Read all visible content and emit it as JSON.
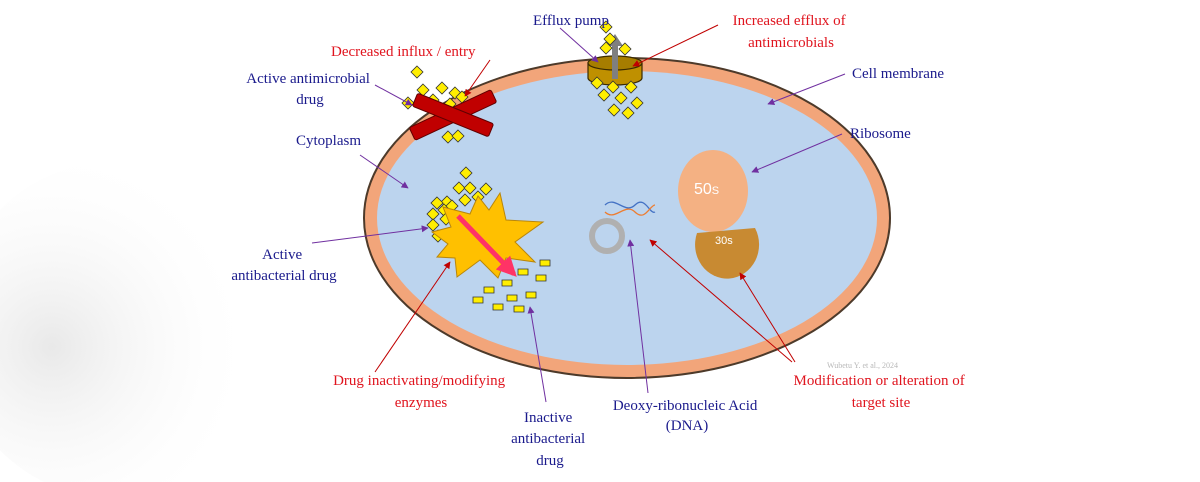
{
  "labels": {
    "efflux_pump": "Efflux pump",
    "increased_efflux": [
      "Increased efflux of",
      "antimicrobials"
    ],
    "decreased_influx": "Decreased influx / entry",
    "active_antimicrobial": [
      "Active antimicrobial",
      "drug"
    ],
    "cell_membrane": "Cell membrane",
    "cytoplasm": "Cytoplasm",
    "ribosome": "Ribosome",
    "active_antibacterial": [
      "Active",
      "antibacterial drug"
    ],
    "drug_inactivating": [
      "Drug inactivating/modifying",
      "enzymes"
    ],
    "inactive_antibacterial": [
      "Inactive",
      "antibacterial",
      "drug"
    ],
    "dna": [
      "Deoxy-ribonucleic Acid",
      "(DNA)"
    ],
    "modification": [
      "Modification or alteration of",
      "target site"
    ],
    "ribosome_large": "50",
    "ribosome_large_suffix": "S",
    "ribosome_small": "30s",
    "credit": "Wubetu Y. et al., 2024"
  },
  "colors": {
    "label_blue": "#1a1a8c",
    "label_red": "#e0141e",
    "membrane": "#f2a57a",
    "cytoplasm": "#bcd4ee",
    "drug": "#ffee00",
    "enzyme": "#ffc000",
    "ribosome_50s": "#f4b183",
    "ribosome_30s": "#c88a32",
    "block_x": "#c00000",
    "pump": "#bf9000"
  }
}
